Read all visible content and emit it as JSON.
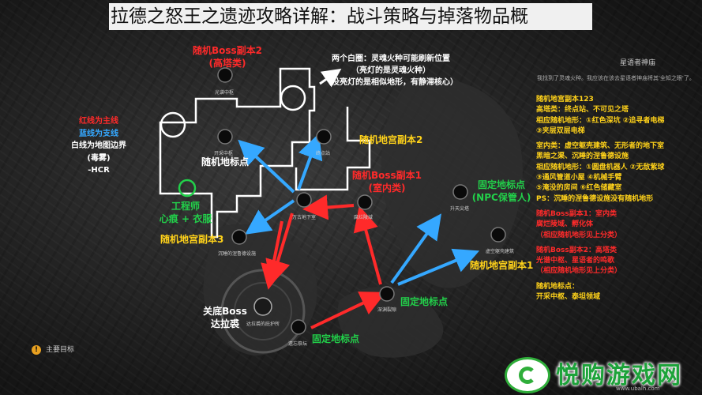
{
  "title": "拉德之怒王之遗迹攻略详解：战斗策略与掉落物品概",
  "labels": {
    "boss2_name": "随机Boss副本2",
    "boss2_type": "(高塔类)",
    "two_maps_1": "两个白圈：灵魂火种可能刷新位置",
    "two_maps_2": "（亮灯的是灵魂火种）",
    "two_maps_3": "（没亮灯的是相似地形，有静滞核心）",
    "dungeon2": "随机地宫副本2",
    "random_point": "随机地标点",
    "boss1_name": "随机Boss副本1",
    "boss1_type": "(室内类)",
    "fixed_npc_1": "固定地标点",
    "fixed_npc_2": "(NPC保管人)",
    "engineer_1": "工程师",
    "engineer_2": "心痕 + 衣服",
    "dungeon3": "随机地宫副本3",
    "dungeon1": "随机地宫副本1",
    "final_boss_1": "关底Boss",
    "final_boss_2": "达拉裘",
    "fixed_point_1": "固定地标点",
    "fixed_point_2": "固定地标点"
  },
  "legend": {
    "red_line": "红线为主线",
    "blue_line": "蓝线为支线",
    "white_line": "白线为地图边界",
    "poison": "(毒雾)",
    "author": "-HCR"
  },
  "top_right": {
    "title": "星语者神庙",
    "quote": "我找到了灵魂火种。我应该在该去星语者神庙将其'全知之眼'了。"
  },
  "right_panel": [
    {
      "text": "随机地宫副本123",
      "color": "yel"
    },
    {
      "text": "高塔类：终点站、不可见之塔",
      "color": "yel"
    },
    {
      "text": "相应随机地形：①红色深坑 ②追寻者电梯",
      "color": "yel"
    },
    {
      "text": "                   ③夹层双层电梯",
      "color": "yel"
    },
    {
      "text": "",
      "color": "yel"
    },
    {
      "text": "室内类：虚空躯壳建筑、无形者的地下室",
      "color": "yel"
    },
    {
      "text": "          黑暗之渠、沉睡的涅鲁德设施",
      "color": "yel"
    },
    {
      "text": "相应随机地形：①圆盘机器人   ②无敌紫球",
      "color": "yel"
    },
    {
      "text": "                   ③通风管道小屋 ④机械手臂",
      "color": "yel"
    },
    {
      "text": "                   ⑤淹没的房间   ⑥红色储藏室",
      "color": "yel"
    },
    {
      "text": "PS：沉睡的涅鲁德设施没有随机地形",
      "color": "yel"
    },
    {
      "text": "",
      "color": "yel"
    },
    {
      "text": "随机Boss副本1：室内类",
      "color": "red"
    },
    {
      "text": "腐烂陵域、孵化体",
      "color": "red"
    },
    {
      "text": "（相应随机地形见上分类）",
      "color": "red"
    },
    {
      "text": "",
      "color": "red"
    },
    {
      "text": "随机Boss副本2：高塔类",
      "color": "red"
    },
    {
      "text": "光谱中枢、星语者的鸣歌",
      "color": "red"
    },
    {
      "text": "（相应随机地形见上分类）",
      "color": "red"
    },
    {
      "text": "",
      "color": "red"
    },
    {
      "text": "随机地标点：",
      "color": "yel"
    },
    {
      "text": "开采中枢、泰坦领域",
      "color": "yel"
    }
  ],
  "nodes": {
    "n_spectrum": "光谱中枢",
    "n_mining": "开采中枢",
    "n_terminal": "终点站",
    "n_central": "万古地下室",
    "n_rotten": "腐烂陵域",
    "n_ascend": "升天尖塔",
    "n_sleep": "沉睡的涅鲁德设施",
    "n_void": "虚空躯壳建筑",
    "n_abyss": "深渊裂隙",
    "n_dalaqiu": "达拉裘的庇护所",
    "n_altar": "遗忘祭坛"
  },
  "goal": "主要目标",
  "watermark": {
    "brand": "悦购游戏网",
    "url": "www.ubalh.com"
  },
  "colors": {
    "main_line": "#ff2a2a",
    "side_line": "#35a8ff",
    "boundary": "#ffffff",
    "engineer_circle": "#22d04a"
  }
}
